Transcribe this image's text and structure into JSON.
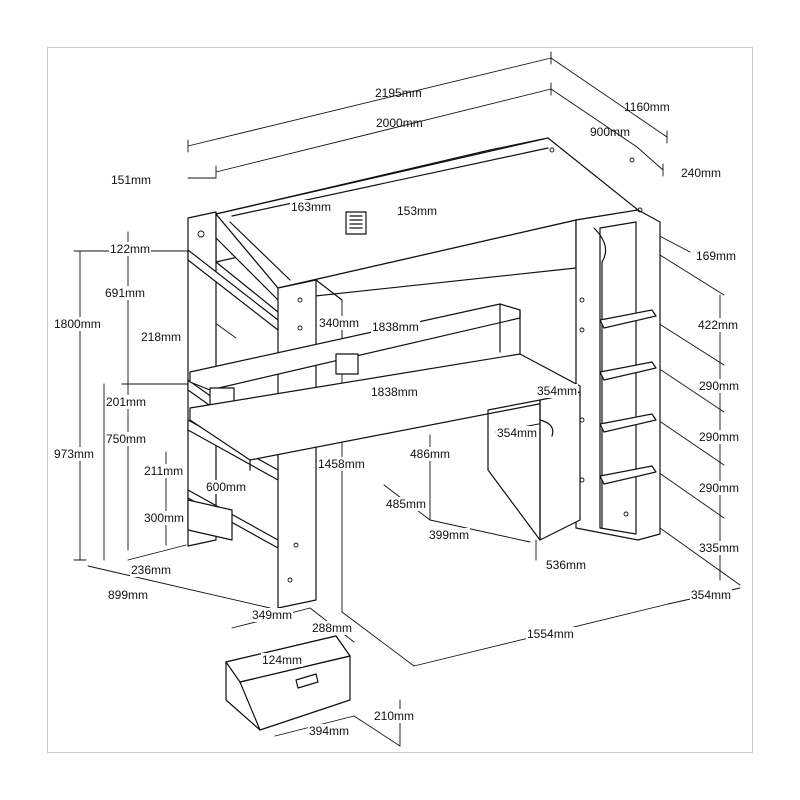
{
  "diagram": {
    "dimensions": {
      "total_length": "2195mm",
      "total_depth": "1160mm",
      "mattress_length": "2000mm",
      "mattress_width": "900mm",
      "post_width": "151mm",
      "rail_height": "240mm",
      "slat_gap": "163mm",
      "vent_offset": "153mm",
      "top_gap": "122mm",
      "ladder_offset": "169mm",
      "shelf_height": "691mm",
      "total_height": "1800mm",
      "shelf_depth": "218mm",
      "upper_shelf_height": "340mm",
      "upper_shelf_length": "1838mm",
      "desk_length": "1838mm",
      "step_spacing_top": "422mm",
      "shelf_gap": "201mm",
      "step_spacing_1": "290mm",
      "desk_height": "750mm",
      "lower_height": "973mm",
      "desk_leg_depth": "354mm",
      "desk_inner_depth": "354mm",
      "step_spacing_2": "290mm",
      "inner_shelf": "211mm",
      "cabinet_height": "1458mm",
      "desk_panel_height": "486mm",
      "desk_width": "600mm",
      "step_spacing_3": "290mm",
      "panel_height": "485mm",
      "base_height": "300mm",
      "panel_width": "399mm",
      "bottom_step": "335mm",
      "base_depth": "236mm",
      "desk_depth": "536mm",
      "footprint_depth": "899mm",
      "ladder_depth": "354mm",
      "drawer_height": "349mm",
      "drawer_depth": "288mm",
      "footprint_length": "1554mm",
      "drawer_handle": "124mm",
      "drawer_front_height": "210mm",
      "drawer_width": "394mm"
    }
  }
}
